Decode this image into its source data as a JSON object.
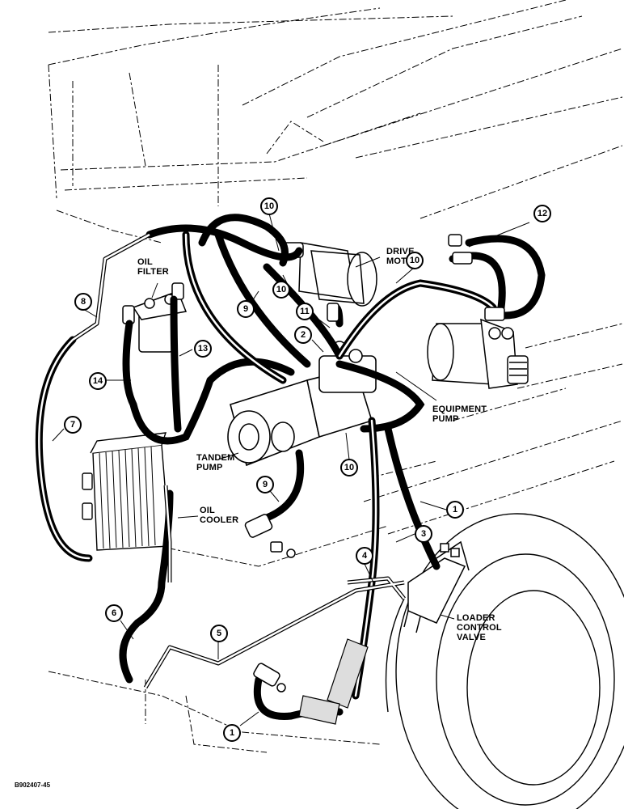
{
  "labels": {
    "oil_filter": "OIL\nFILTER",
    "drive_motor": "DRIVE\nMOTOR",
    "equipment_pump": "EQUIPMENT\nPUMP",
    "tandem_pump": "TANDEM\nPUMP",
    "oil_cooler": "OIL\nCOOLER",
    "loader_control_valve": "LOADER\nCONTROL\nVALVE"
  },
  "callouts": {
    "c1a": "1",
    "c1b": "1",
    "c2": "2",
    "c3": "3",
    "c4": "4",
    "c5": "5",
    "c6": "6",
    "c7": "7",
    "c8": "8",
    "c9a": "9",
    "c9b": "9",
    "c10a": "10",
    "c10b": "10",
    "c10c": "10",
    "c10d": "10",
    "c11": "11",
    "c12": "12",
    "c13": "13",
    "c14": "14"
  },
  "figure_code": "B902407-45",
  "colors": {
    "ink": "#000000",
    "paper": "#ffffff"
  }
}
